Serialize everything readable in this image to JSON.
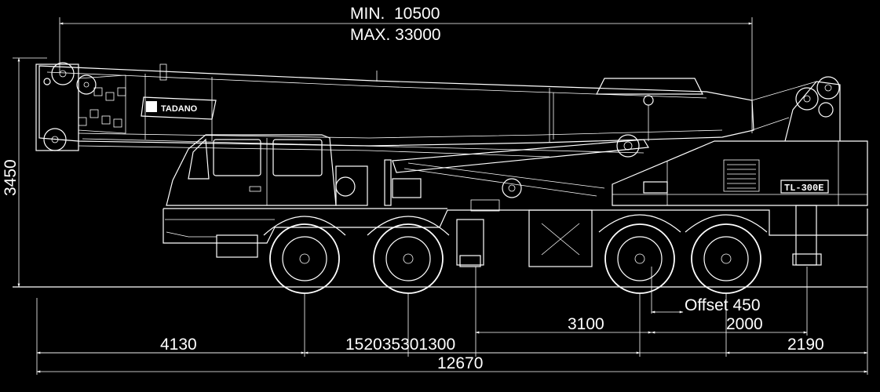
{
  "boom_length": {
    "min_label": "MIN.  10500",
    "max_label": "MAX. 33000"
  },
  "height_label": "3450",
  "offset_label": "Offset 450",
  "dimensions": {
    "d_3100": "3100",
    "d_2000": "2000",
    "d_4130": "4130",
    "d_middle": "152035301300",
    "d_2190": "2190",
    "d_total": "12670"
  },
  "brand_logo": "TADANO",
  "model_plate": "TL-300E"
}
